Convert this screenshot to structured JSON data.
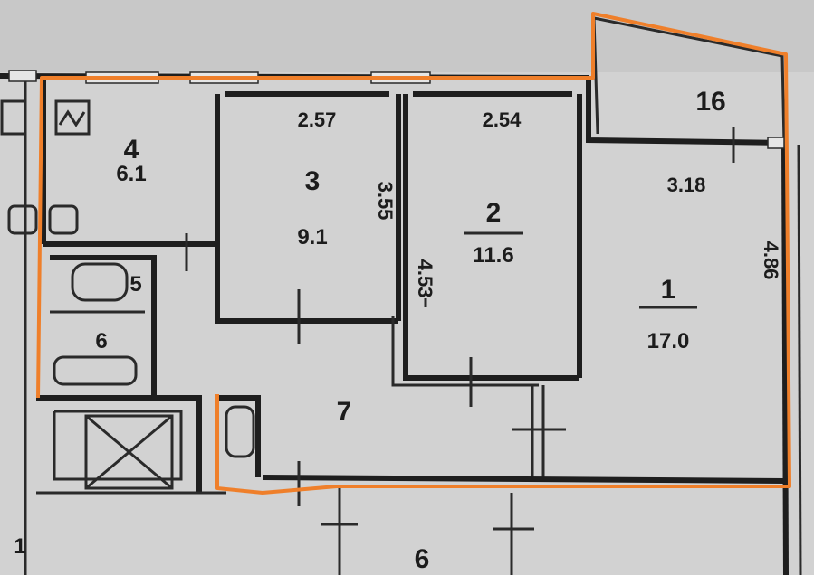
{
  "plan": {
    "outline_color": "#ef7f2a",
    "wall_color": "#1e1e1e",
    "rooms": [
      {
        "id": "r4",
        "number": "4",
        "area": "6.1"
      },
      {
        "id": "r3",
        "number": "3",
        "area": "9.1"
      },
      {
        "id": "r2",
        "number": "2",
        "area": "11.6"
      },
      {
        "id": "r1",
        "number": "1",
        "area": "17.0"
      },
      {
        "id": "r16",
        "number": "16"
      },
      {
        "id": "r7",
        "number": "7"
      },
      {
        "id": "r5",
        "number": "5"
      },
      {
        "id": "r6",
        "number": "6"
      },
      {
        "id": "r6b",
        "number": "6"
      },
      {
        "id": "r1b",
        "number": "1"
      }
    ],
    "dimensions": {
      "room3_width": "2.57",
      "room2_width": "2.54",
      "room1_width": "3.18",
      "room3_length": "3.55",
      "room2_length": "4.53",
      "room1_length": "4.86"
    }
  }
}
